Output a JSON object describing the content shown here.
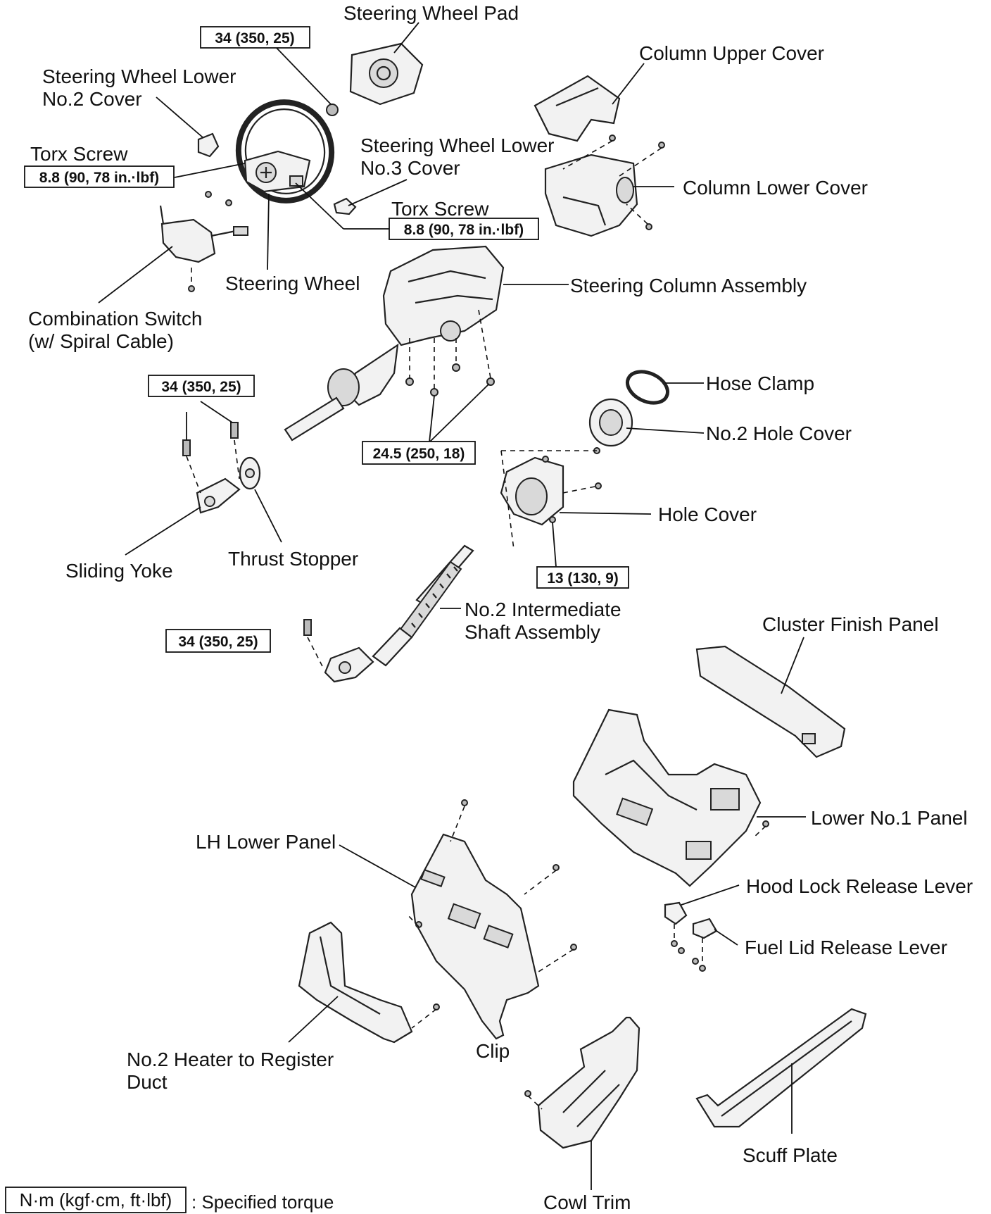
{
  "labels": {
    "steering_wheel_pad": "Steering Wheel Pad",
    "column_upper_cover": "Column Upper Cover",
    "steering_wheel_lower_no2_cover_line1": "Steering Wheel Lower",
    "steering_wheel_lower_no2_cover_line2": "No.2 Cover",
    "torx_screw_1": "Torx Screw",
    "steering_wheel_lower_no3_cover_line1": "Steering Wheel Lower",
    "steering_wheel_lower_no3_cover_line2": "No.3 Cover",
    "column_lower_cover": "Column Lower Cover",
    "torx_screw_2": "Torx Screw",
    "steering_wheel": "Steering Wheel",
    "steering_column_assembly": "Steering Column Assembly",
    "combination_switch_line1": "Combination Switch",
    "combination_switch_line2": "(w/ Spiral Cable)",
    "hose_clamp": "Hose Clamp",
    "no2_hole_cover": "No.2 Hole Cover",
    "hole_cover": "Hole Cover",
    "sliding_yoke": "Sliding Yoke",
    "thrust_stopper": "Thrust Stopper",
    "no2_intermediate_shaft_line1": "No.2 Intermediate",
    "no2_intermediate_shaft_line2": "Shaft Assembly",
    "cluster_finish_panel": "Cluster Finish Panel",
    "lower_no1_panel": "Lower No.1 Panel",
    "lh_lower_panel": "LH Lower Panel",
    "hood_lock_release_lever": "Hood Lock Release Lever",
    "fuel_lid_release_lever": "Fuel Lid Release Lever",
    "no2_heater_duct_line1": "No.2 Heater to Register",
    "no2_heater_duct_line2": "Duct",
    "clip": "Clip",
    "scuff_plate": "Scuff Plate",
    "cowl_trim": "Cowl Trim"
  },
  "torques": {
    "pad_nut": "34 (350, 25)",
    "torx_left": "8.8 (90, 78 in.·lbf)",
    "torx_right": "8.8 (90, 78 in.·lbf)",
    "yoke_bolts": "34 (350, 25)",
    "column_nuts": "24.5 (250, 18)",
    "hole_cover_nut": "13 (130, 9)",
    "shaft_bolt": "34 (350, 25)"
  },
  "legend": {
    "unit_box": "N·m (kgf·cm, ft·lbf)",
    "meaning": ": Specified torque"
  }
}
